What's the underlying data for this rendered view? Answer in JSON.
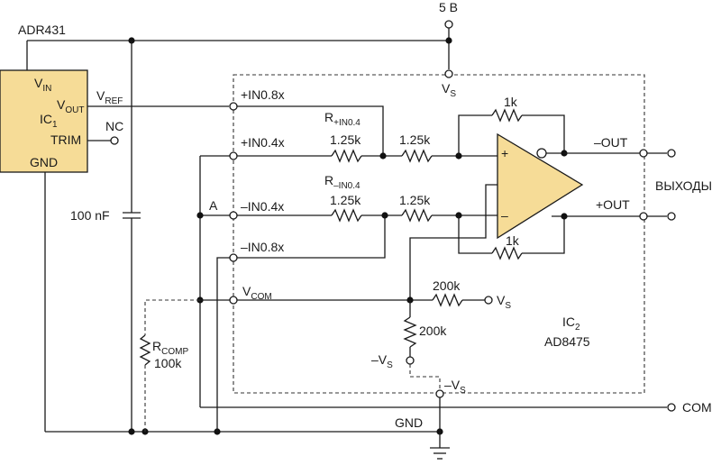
{
  "supply": {
    "voltage": "5 В"
  },
  "ic1": {
    "part": "ADR431",
    "name": "IC",
    "name_sub": "1",
    "pin_vin": "V",
    "pin_vin_sub": "IN",
    "pin_vout": "V",
    "pin_vout_sub": "OUT",
    "pin_trim": "TRIM",
    "pin_gnd": "GND",
    "nc": "NC"
  },
  "vref": {
    "main": "V",
    "sub": "REF"
  },
  "capacitor": {
    "value": "100 nF"
  },
  "ic2": {
    "name": "IC",
    "name_sub": "2",
    "part": "AD8475",
    "vs_top": "V",
    "vs_top_sub": "S",
    "neg_vs_bottom": "–V",
    "neg_vs_bottom_sub": "S"
  },
  "inputs": {
    "in1": "+IN0.8x",
    "in2": "+IN0.4x",
    "in3": "–IN0.4x",
    "in4": "–IN0.8x",
    "vcom": "V",
    "vcom_sub": "COM"
  },
  "node_a": "A",
  "resistors": {
    "r_pos_name": "R",
    "r_pos_sub": "+IN0.4",
    "r_pos_val": "1.25k",
    "r_pos2_val": "1.25k",
    "r_neg_name": "R",
    "r_neg_sub": "–IN0.4",
    "r_neg_val": "1.25k",
    "r_neg2_val": "1.25k",
    "rf_top": "1k",
    "rf_bot": "1k",
    "r_vs": "200k",
    "r_nvs": "200k",
    "rcomp_name": "R",
    "rcomp_sub": "COMP",
    "rcomp_val": "100k"
  },
  "amp": {
    "plus": "+",
    "minus": "–"
  },
  "outputs": {
    "neg_out": "–OUT",
    "pos_out": "+OUT",
    "label": "ВЫХОДЫ",
    "com": "COM"
  },
  "vs_right": {
    "main": "V",
    "sub": "S"
  },
  "neg_vs_left": {
    "main": "–V",
    "sub": "S"
  },
  "gnd": "GND"
}
